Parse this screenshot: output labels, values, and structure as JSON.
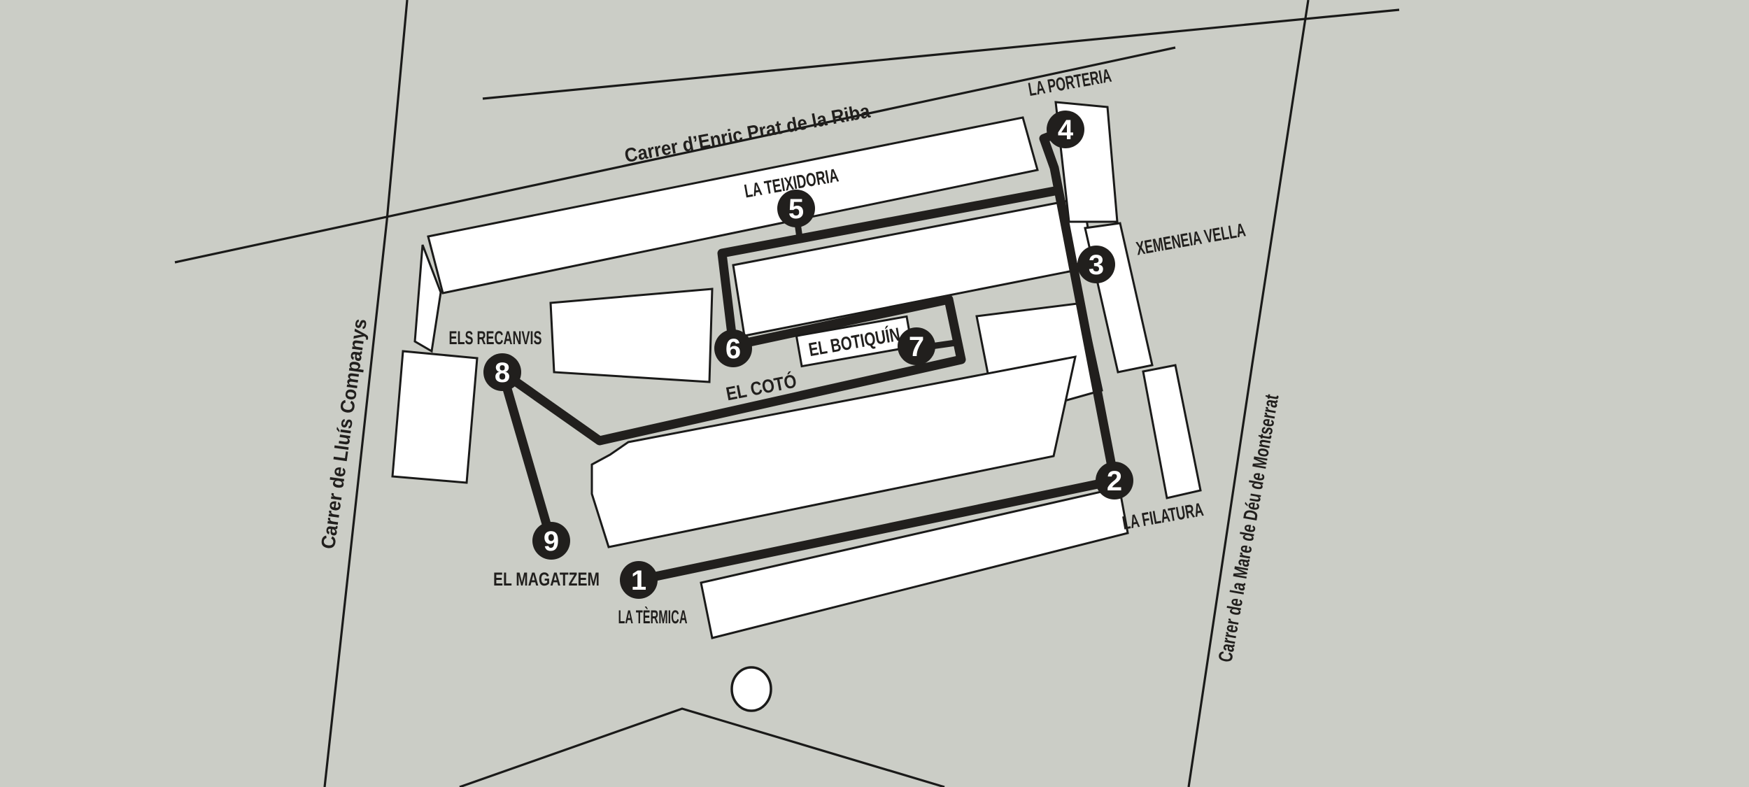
{
  "map": {
    "colors": {
      "background": "#cbcdc6",
      "line": "#1a1a19",
      "route": "#211f1d",
      "building": "#ffffff",
      "label": "#211f1d",
      "marker_text": "#ffffff"
    },
    "streets": [
      {
        "name": "Carrer d’Enric Prat de la Riba"
      },
      {
        "name": "Carrer de Lluís Companys"
      },
      {
        "name": "Carrer de la Mare de Déu de Montserrat"
      }
    ],
    "stops": [
      {
        "number": "1",
        "name": "LA TÈRMICA"
      },
      {
        "number": "2",
        "name": "LA FILATURA"
      },
      {
        "number": "3",
        "name": "XEMENEIA VELLA"
      },
      {
        "number": "4",
        "name": "LA PORTERIA"
      },
      {
        "number": "5",
        "name": "LA TEIXIDORIA"
      },
      {
        "number": "6",
        "name": "EL COTÓ"
      },
      {
        "number": "7",
        "name": "EL BOTIQUÍN"
      },
      {
        "number": "8",
        "name": "ELS RECANVIS"
      },
      {
        "number": "9",
        "name": "EL MAGATZEM"
      }
    ]
  }
}
